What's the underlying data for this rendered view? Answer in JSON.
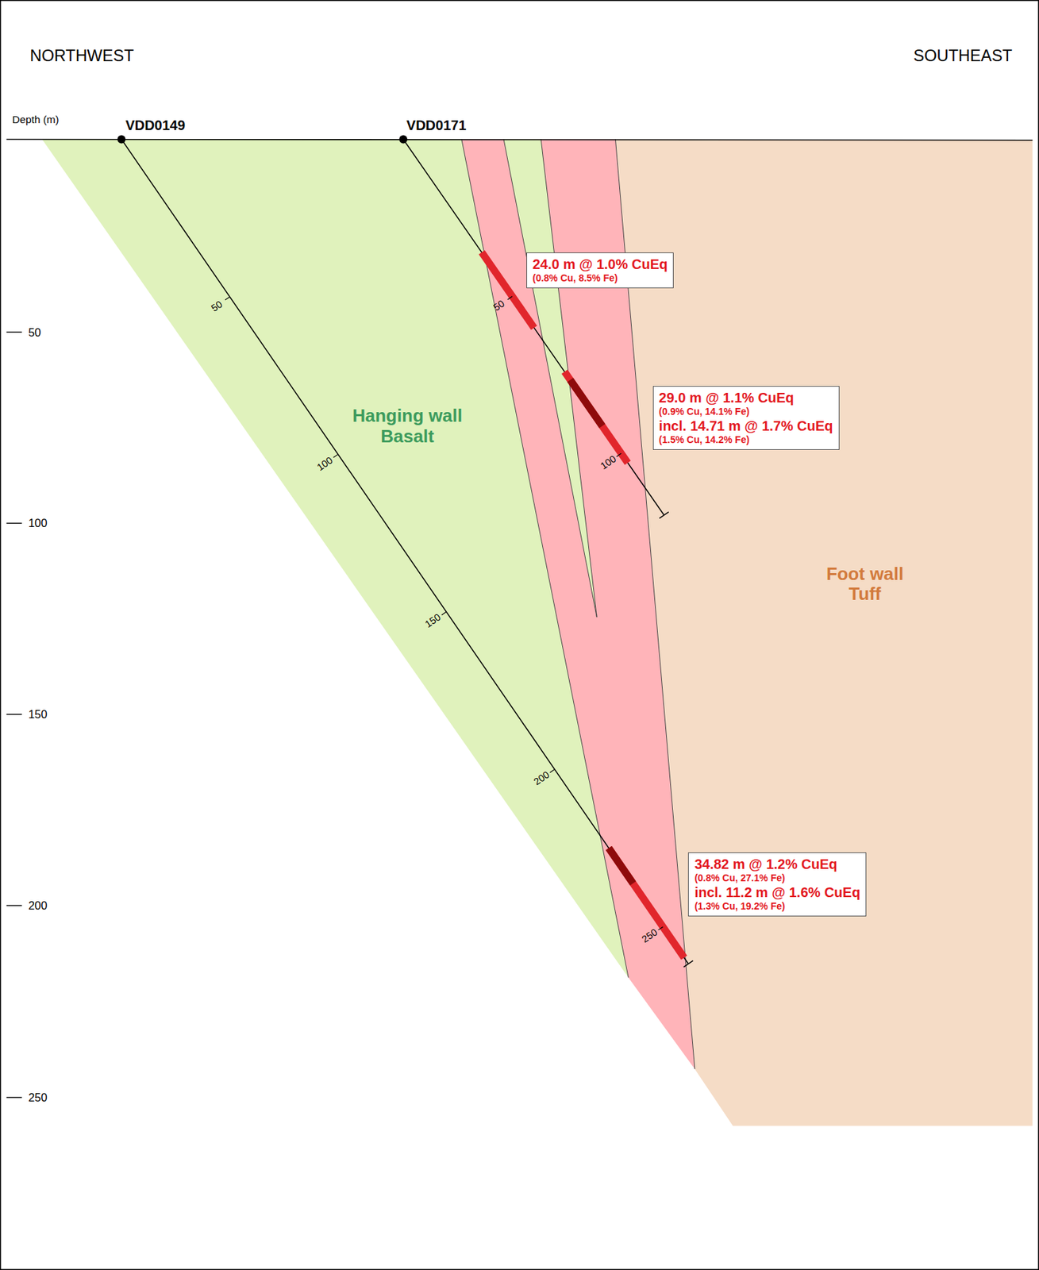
{
  "diagram": {
    "nodes": [
      {
        "text": [
          "24.0 m @ 1.0% CuEq",
          "(0.8% Cu, 8.5% Fe)"
        ]
      },
      {
        "text": [
          "29.0 m @ 1.1% CuEq",
          "(0.9% Cu, 14.1% Fe)",
          "incl. 14.71 m @ 1.7% CuEq",
          "(1.5% Cu, 14.2% Fe)"
        ]
      },
      {
        "text": [
          "34.82 m @ 1.2% CuEq",
          "(0.8% Cu, 27.1% Fe)",
          "incl. 11.2 m @ 1.6% CuEq",
          "(1.3% Cu, 19.2% Fe)"
        ]
      }
    ],
    "labels": [
      "NORTHWEST",
      "SOUTHEAST",
      "Depth (m)",
      "VDD0149",
      "VDD0171",
      "50",
      "100",
      "150",
      "200",
      "250",
      "50",
      "100",
      "150",
      "200",
      "250",
      "50",
      "100",
      "Hanging wall Basalt",
      "Foot wall Tuff"
    ]
  }
}
